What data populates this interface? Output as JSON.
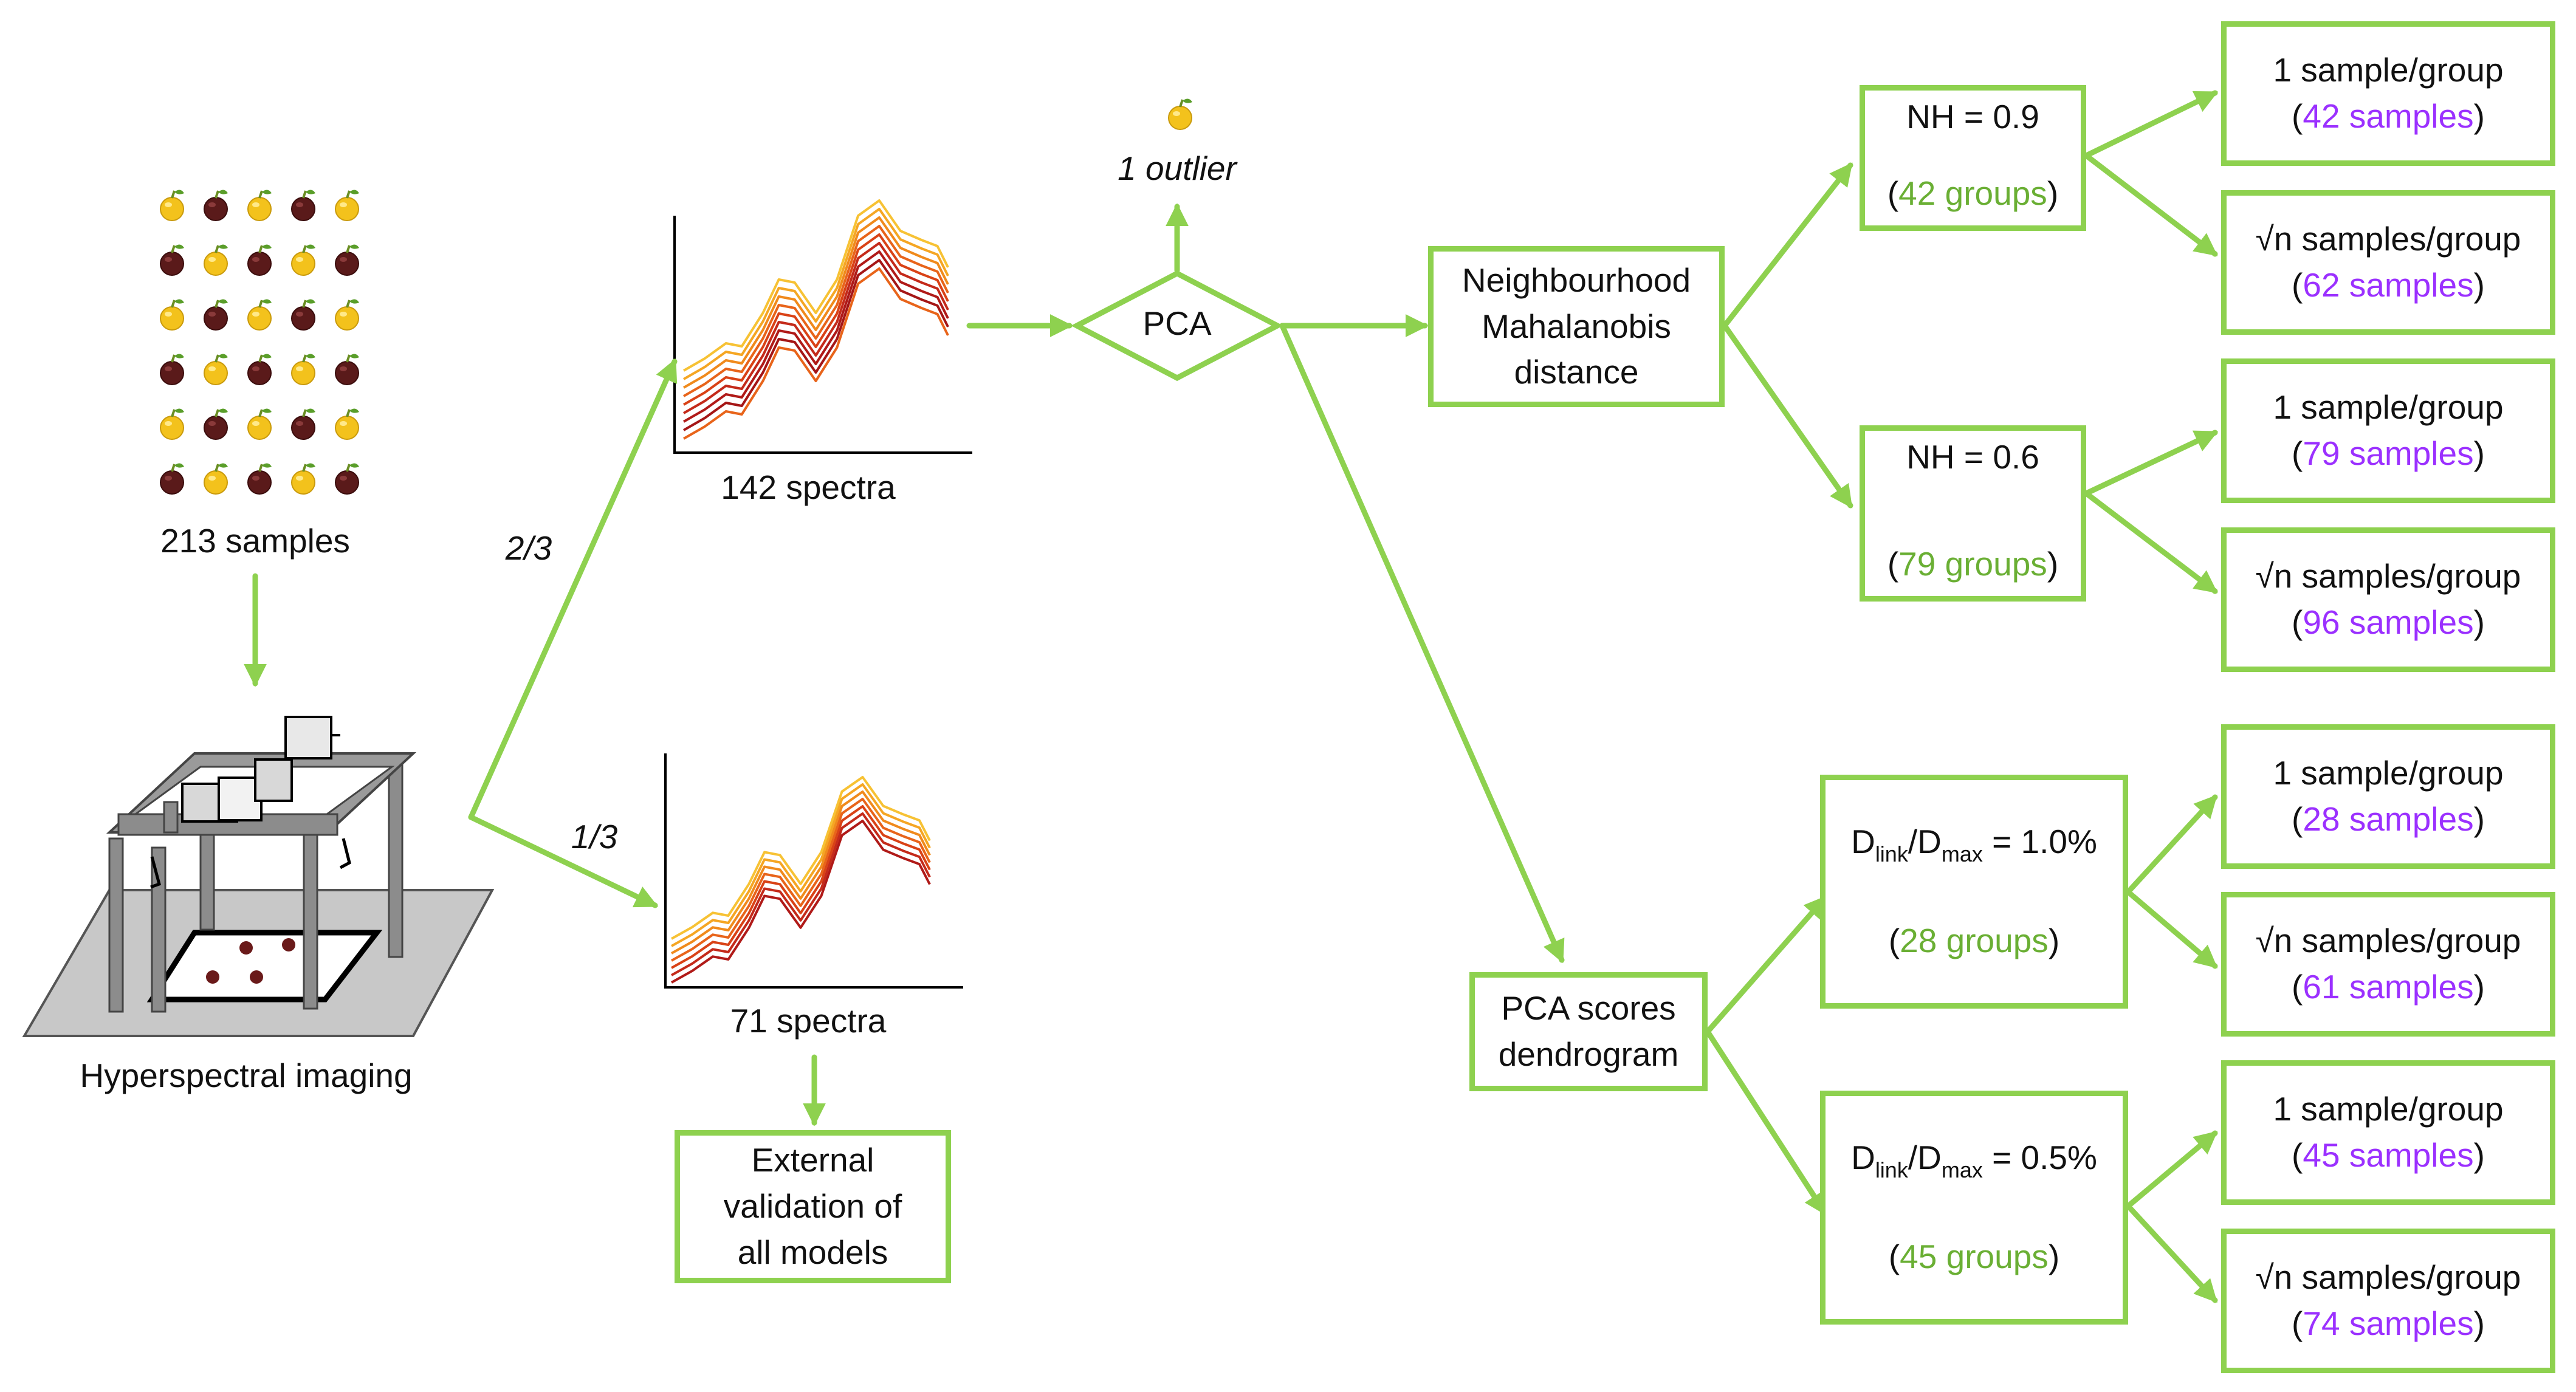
{
  "colors": {
    "accent_green": "#8ed14f",
    "group_green": "#6aaf34",
    "sample_purple": "#9b30ff",
    "fruit_yellow": "#f3c21c",
    "fruit_dark": "#5a1a1a"
  },
  "icons": {
    "fruit": "fruit-icon",
    "imaging_rig": "hyperspectral-imaging-rig-icon"
  },
  "samples": {
    "count_label": "213 samples"
  },
  "imaging": {
    "label": "Hyperspectral imaging"
  },
  "split": {
    "train_fraction": "2/3",
    "test_fraction": "1/3"
  },
  "spectra": {
    "train_label": "142 spectra",
    "test_label": "71 spectra"
  },
  "validation": {
    "line1": "External",
    "line2": "validation of",
    "line3": "all models"
  },
  "pca": {
    "label": "PCA",
    "outlier_label": "1 outlier"
  },
  "nmd": {
    "line1": "Neighbourhood",
    "line2": "Mahalanobis",
    "line3": "distance"
  },
  "dendro": {
    "line1": "PCA scores",
    "line2": "dendrogram"
  },
  "nh09": {
    "title": "NH = 0.9",
    "open": "(",
    "groups": "42 groups",
    "close": ")"
  },
  "nh06": {
    "title": "NH = 0.6",
    "open": "(",
    "groups": "79 groups",
    "close": ")"
  },
  "d10": {
    "d": "D",
    "link": "link",
    "slash": "/D",
    "max": "max",
    "value": " = 1.0%",
    "open": "(",
    "groups": "28 groups",
    "close": ")"
  },
  "d05": {
    "d": "D",
    "link": "link",
    "slash": "/D",
    "max": "max",
    "value": " = 0.5%",
    "open": "(",
    "groups": "45 groups",
    "close": ")"
  },
  "results": [
    {
      "label": "1 sample/group",
      "open": "(",
      "samples": "42 samples",
      "close": ")"
    },
    {
      "label": "√n samples/group",
      "open": "(",
      "samples": "62 samples",
      "close": ")"
    },
    {
      "label": "1 sample/group",
      "open": "(",
      "samples": "79 samples",
      "close": ")"
    },
    {
      "label": "√n samples/group",
      "open": "(",
      "samples": "96 samples",
      "close": ")"
    },
    {
      "label": "1 sample/group",
      "open": "(",
      "samples": "28 samples",
      "close": ")"
    },
    {
      "label": "√n samples/group",
      "open": "(",
      "samples": "61 samples",
      "close": ")"
    },
    {
      "label": "1 sample/group",
      "open": "(",
      "samples": "45 samples",
      "close": ")"
    },
    {
      "label": "√n samples/group",
      "open": "(",
      "samples": "74 samples",
      "close": ")"
    }
  ]
}
